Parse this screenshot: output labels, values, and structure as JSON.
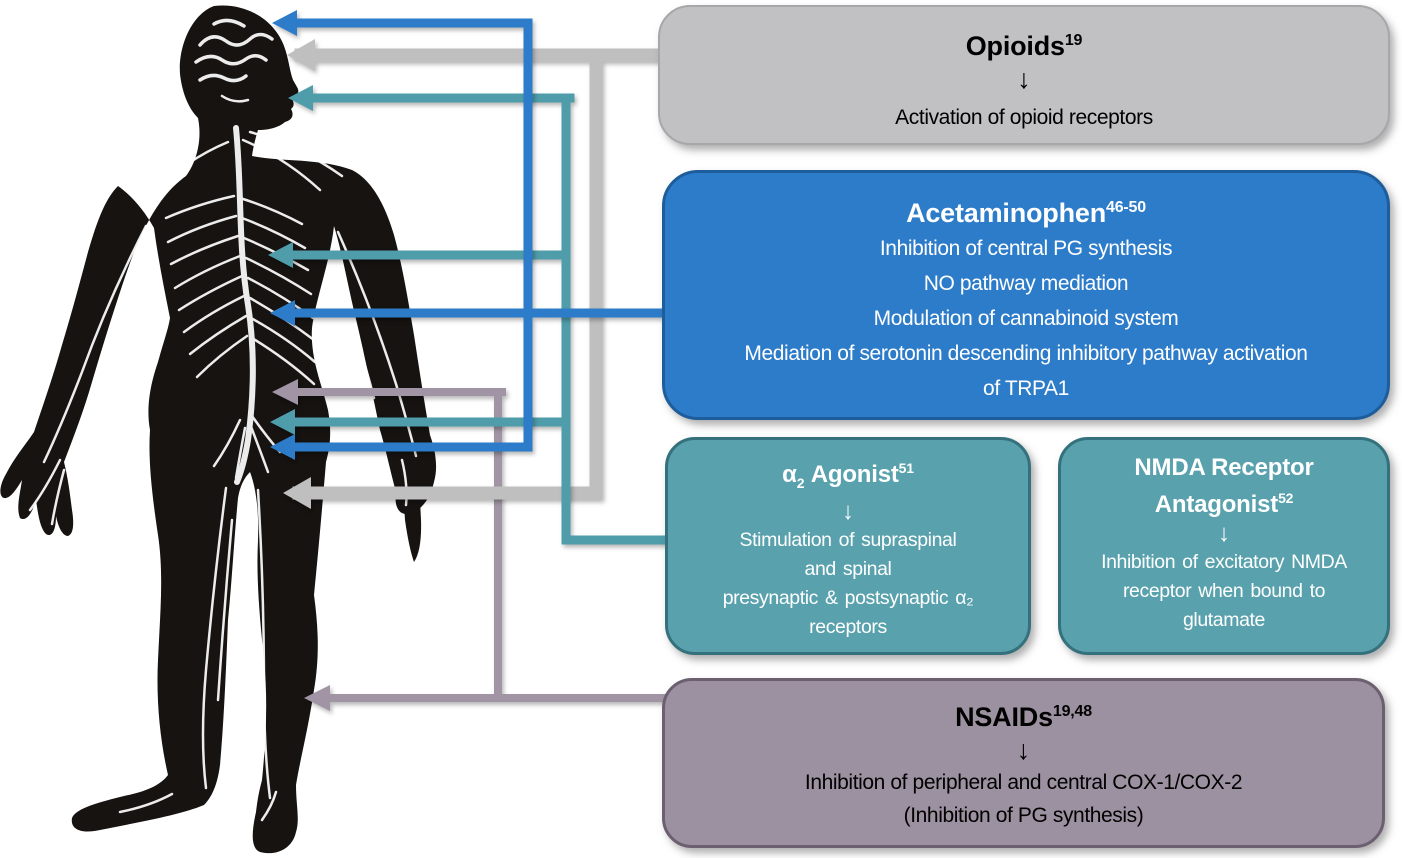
{
  "colors": {
    "page_bg": "#ffffff",
    "gray_fill": "#c1c0c2",
    "gray_border": "#a7a6a8",
    "blue_fill": "#2d7cc9",
    "blue_border": "#1d5d9c",
    "teal_fill": "#58a1ad",
    "teal_border": "#35717d",
    "mauve_fill": "#9c91a0",
    "mauve_border": "#6b5f70",
    "arrow_blue": "#2d7cc9",
    "arrow_gray": "#bfbfbf",
    "arrow_teal": "#4f9daa",
    "arrow_mauve": "#a195a5",
    "text_dark": "#000000",
    "text_light": "#ffffff"
  },
  "boxes": {
    "opioids": {
      "title": "Opioids",
      "sup": "19",
      "down_arrow": "↓",
      "lines": [
        "Activation of opioid receptors"
      ]
    },
    "acetaminophen": {
      "title": "Acetaminophen",
      "sup": "46-50",
      "lines": [
        "Inhibition of central PG synthesis",
        "NO pathway mediation",
        "Modulation of cannabinoid system",
        "Mediation of serotonin descending inhibitory pathway activation",
        "of TRPA1"
      ]
    },
    "alpha2": {
      "title_alpha": "α",
      "title_sub": "2",
      "title_rest": " Agonist",
      "sup": "51",
      "down_arrow": "↓",
      "lines": [
        "Stimulation of supraspinal",
        "and spinal",
        "presynaptic & postsynaptic α₂",
        "receptors"
      ]
    },
    "nmda": {
      "title_line1": "NMDA Receptor",
      "title_line2": "Antagonist",
      "sup": "52",
      "down_arrow": "↓",
      "lines": [
        "Inhibition of excitatory NMDA",
        "receptor when bound to",
        "glutamate"
      ]
    },
    "nsaids": {
      "title": "NSAIDs",
      "sup": "19,48",
      "down_arrow": "↓",
      "lines": [
        "Inhibition of peripheral and central COX-1/COX-2",
        "(Inhibition of PG synthesis)"
      ]
    }
  },
  "connectors": [
    {
      "from": "Opioids",
      "color_name": "gray",
      "color": "#bfbfbf",
      "arrow_targets": [
        "head",
        "mid-body"
      ]
    },
    {
      "from": "Acetaminophen",
      "color_name": "blue",
      "color": "#2d7cc9",
      "arrow_targets": [
        "brain",
        "mid-spine",
        "lower spine"
      ]
    },
    {
      "from": "α2 Agonist",
      "color_name": "teal",
      "color": "#4f9daa",
      "arrow_targets": [
        "neck",
        "upper spine",
        "lower spine"
      ]
    },
    {
      "from": "NSAIDs",
      "color_name": "mauve",
      "color": "#a195a5",
      "arrow_targets": [
        "lower back",
        "leg (peripheral)"
      ]
    }
  ],
  "figure": {
    "body_illustration": "posterior view of human body showing nervous system (engraving style)"
  }
}
